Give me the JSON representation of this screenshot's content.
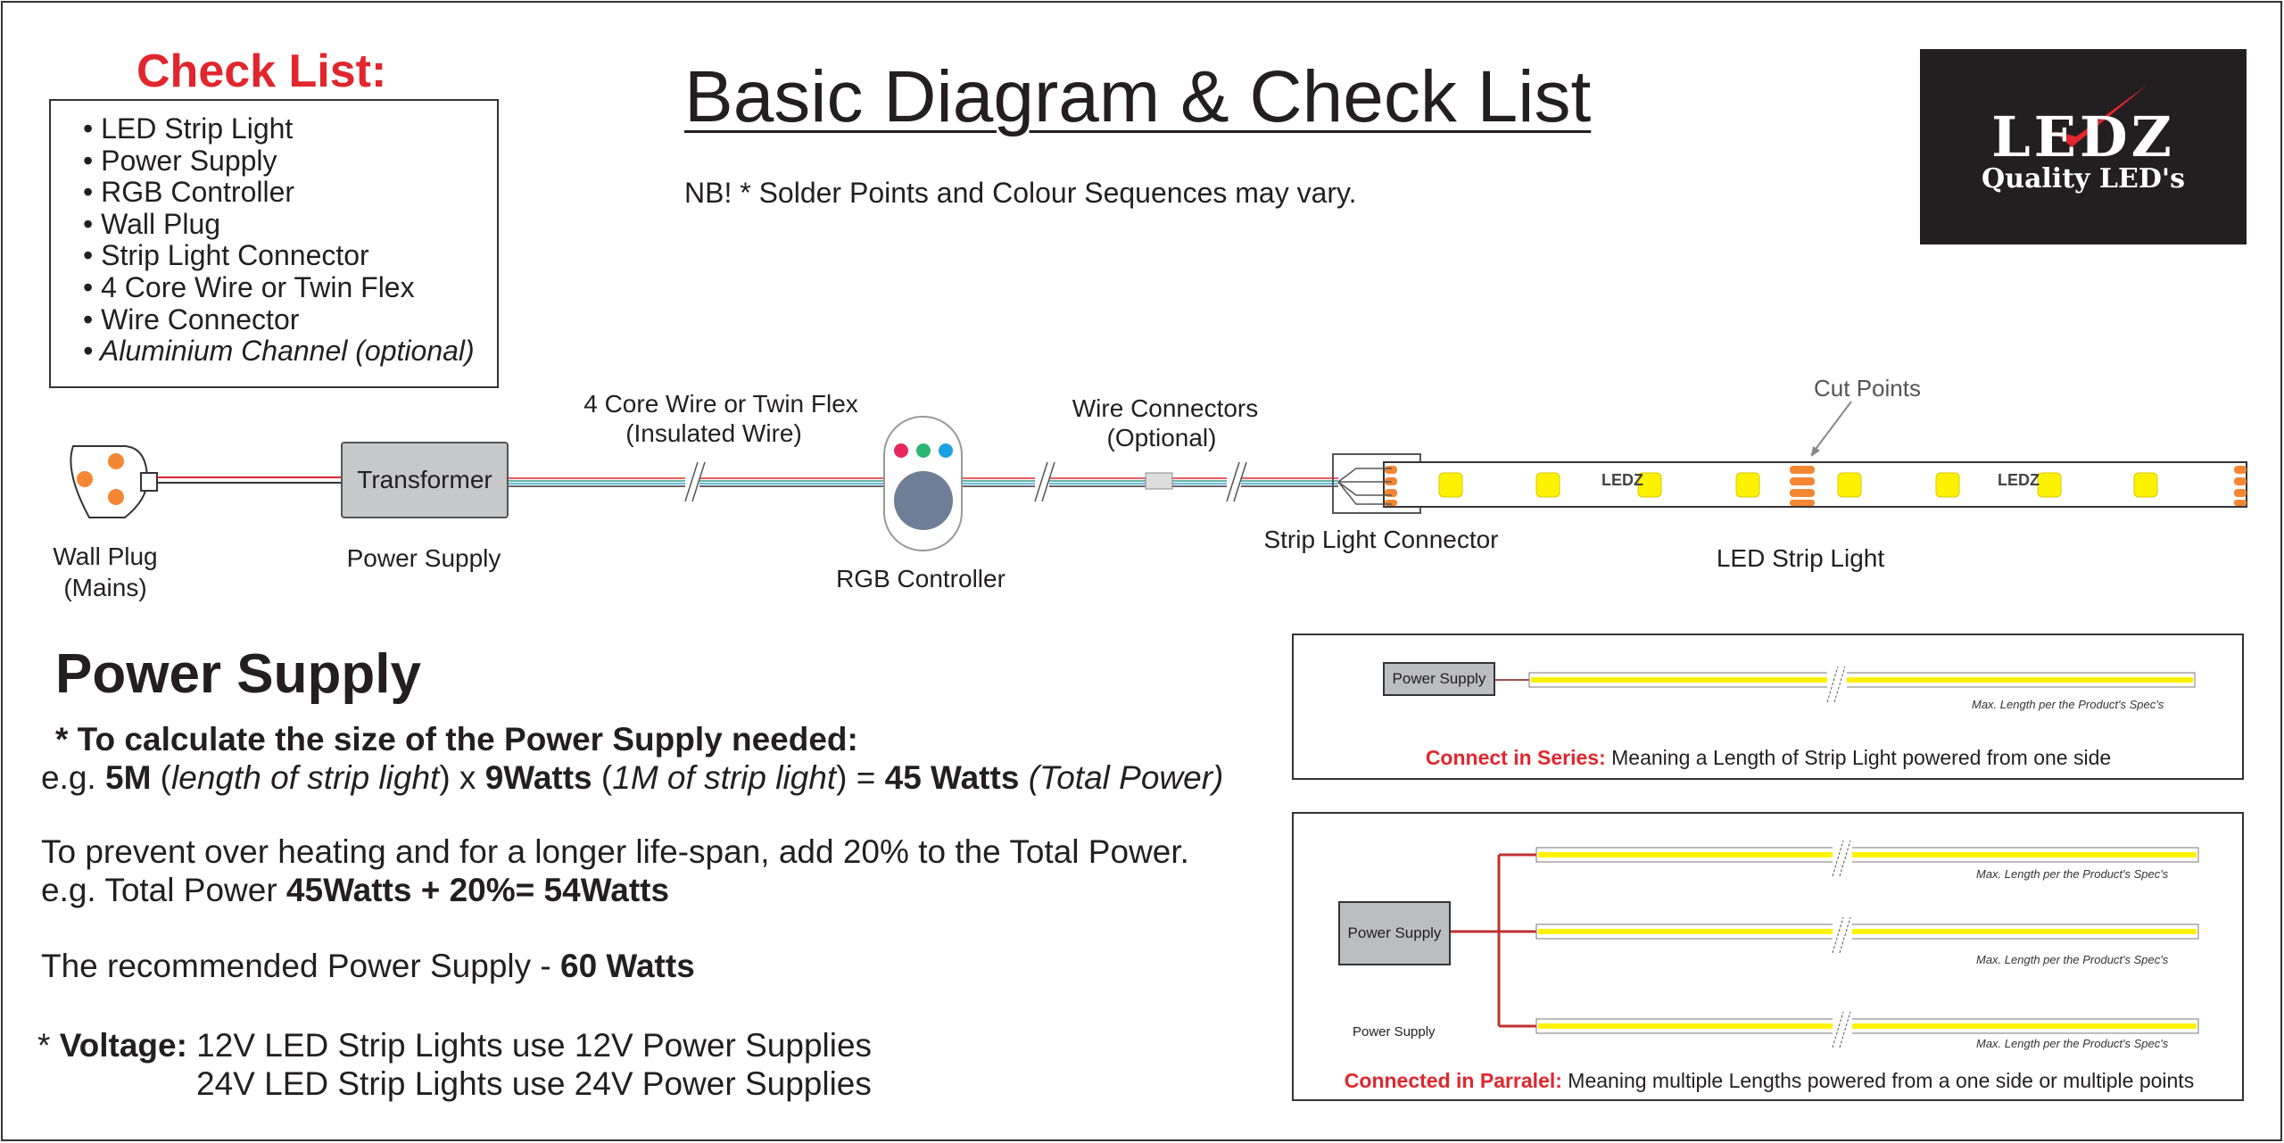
{
  "checklist": {
    "title": "Check List:",
    "items": [
      "• LED Strip Light",
      "• Power Supply",
      "• RGB Controller",
      "• Wall Plug",
      "• Strip Light Connector",
      "• 4 Core Wire or Twin Flex",
      "• Wire Connector",
      "• Aluminium Channel (optional)"
    ]
  },
  "header": {
    "title": "Basic Diagram & Check List",
    "note": "NB! * Solder Points and Colour Sequences may vary."
  },
  "logo": {
    "brand": "LEDZ",
    "tagline": "Quality LED's"
  },
  "diagram": {
    "wall_plug": "Wall Plug",
    "wall_plug_sub": "(Mains)",
    "transformer": "Transformer",
    "power_supply": "Power Supply",
    "wire": "4 Core Wire or Twin Flex",
    "wire_sub": "(Insulated Wire)",
    "rgb": "RGB Controller",
    "connectors": "Wire Connectors",
    "connectors_sub": "(Optional)",
    "strip_connector": "Strip Light Connector",
    "cut_points": "Cut Points",
    "strip": "LED Strip Light",
    "strip_brand": "LEDZ"
  },
  "power": {
    "heading": "Power Supply",
    "calc_title": "* To calculate the size of the Power Supply needed:",
    "eg1": {
      "a": "e.g. ",
      "b": "5M",
      "c": " (",
      "d": "length of strip light",
      "e": ") x ",
      "f": "9Watts",
      "g": " (",
      "h": "1M of strip light",
      "i": ")  = ",
      "j": "45 Watts",
      "k": " (Total Power)"
    },
    "prevent": "To prevent over heating and for a longer life-span, add 20% to the Total Power.",
    "eg2": {
      "a": "e.g. Total Power ",
      "b": "45Watts + 20%= 54Watts"
    },
    "rec": {
      "a": "The recommended Power Supply - ",
      "b": "60 Watts"
    },
    "voltage": {
      "a": "* ",
      "b": "Voltage:",
      "c": " 12V LED Strip Lights use 12V Power Supplies",
      "d": "24V LED Strip Lights use 24V Power Supplies"
    }
  },
  "series": {
    "ps": "Power Supply",
    "spec": "Max. Length per the Product's Spec's",
    "cap_a": "Connect in Series:",
    "cap_b": " Meaning a Length of Strip Light powered from one side"
  },
  "parallel": {
    "ps": "Power Supply",
    "ps_label": "Power Supply",
    "spec": "Max. Length per the Product's Spec's",
    "cap_a": "Connected in Parralel:",
    "cap_b": " Meaning multiple Lengths powered from a one side or multiple points"
  }
}
